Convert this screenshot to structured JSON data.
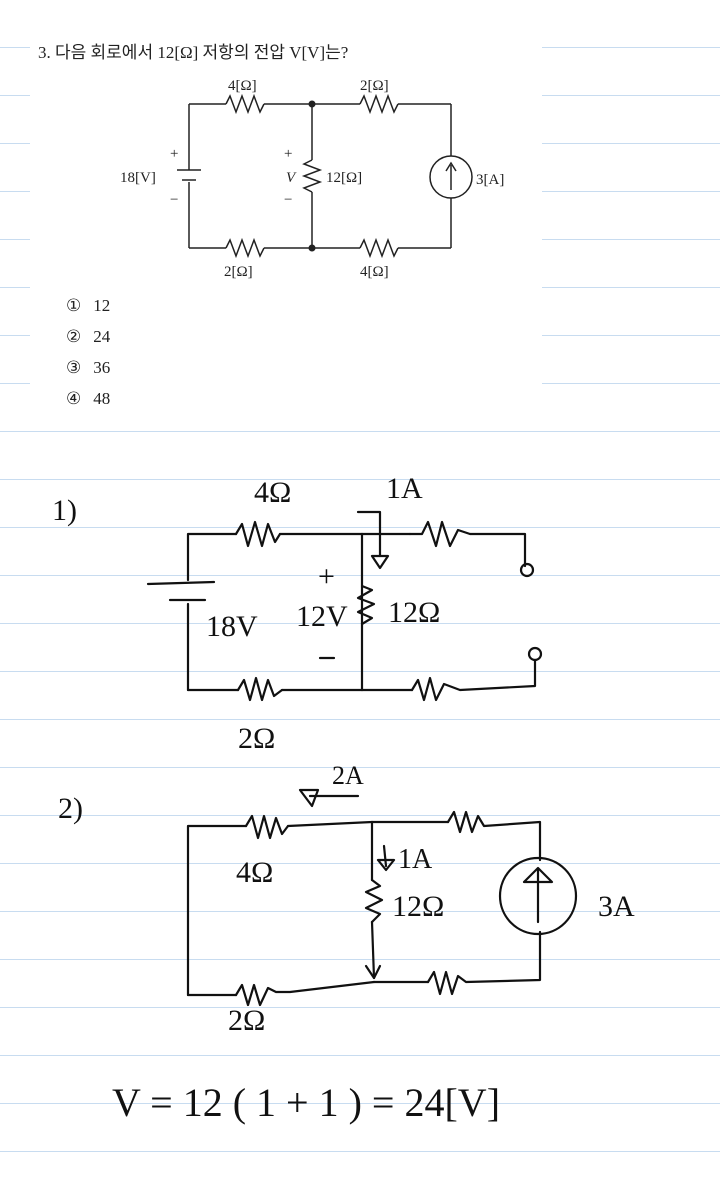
{
  "question": {
    "title": "3. 다음 회로에서 12[Ω] 저항의 전압 V[V]는?",
    "circuit_labels": {
      "r_top_left": "4[Ω]",
      "r_top_right": "2[Ω]",
      "r_bottom_left": "2[Ω]",
      "r_bottom_right": "4[Ω]",
      "r_middle": "12[Ω]",
      "v_source": "18[V]",
      "i_source": "3[A]",
      "v_label": "V",
      "plus": "+",
      "minus": "−"
    },
    "options": [
      {
        "num": "①",
        "value": "12"
      },
      {
        "num": "②",
        "value": "24"
      },
      {
        "num": "③",
        "value": "36"
      },
      {
        "num": "④",
        "value": "48"
      }
    ]
  },
  "notes": {
    "step1": {
      "marker": "1)",
      "r_top": "4Ω",
      "i_label": "1A",
      "source_v": "18V",
      "mid_v": "12V",
      "mid_r": "12Ω",
      "r_bottom": "2Ω",
      "plus": "+",
      "minus": "−"
    },
    "step2": {
      "marker": "2)",
      "arrow_label": "2A",
      "r_top": "4Ω",
      "i_label": "1A",
      "mid_r": "12Ω",
      "i_source": "3A",
      "r_bottom": "2Ω"
    },
    "answer": "V = 12 ( 1 + 1 ) = 24[V]"
  }
}
